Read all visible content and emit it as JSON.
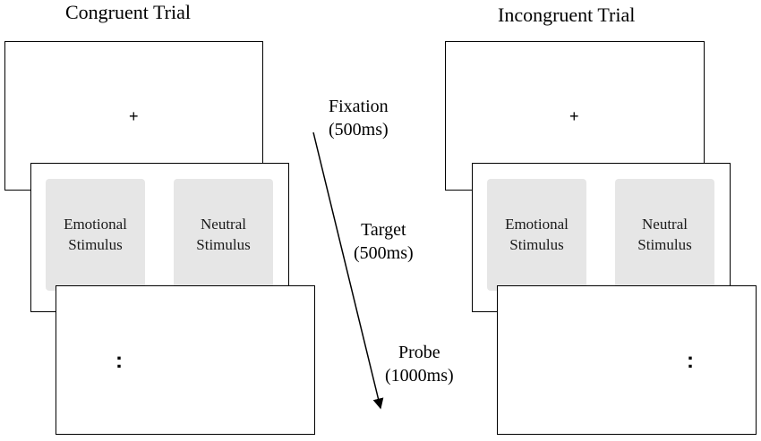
{
  "titles": {
    "congruent": "Congruent Trial",
    "incongruent": "Incongruent Trial"
  },
  "fixation_symbol": "+",
  "probe_symbol": ":",
  "stimuli": {
    "emotional": [
      "Emotional",
      "Stimulus"
    ],
    "neutral": [
      "Neutral",
      "Stimulus"
    ]
  },
  "phases": [
    {
      "name": "Fixation",
      "duration": "(500ms)"
    },
    {
      "name": "Target",
      "duration": "(500ms)"
    },
    {
      "name": "Probe",
      "duration": "(1000ms)"
    }
  ]
}
